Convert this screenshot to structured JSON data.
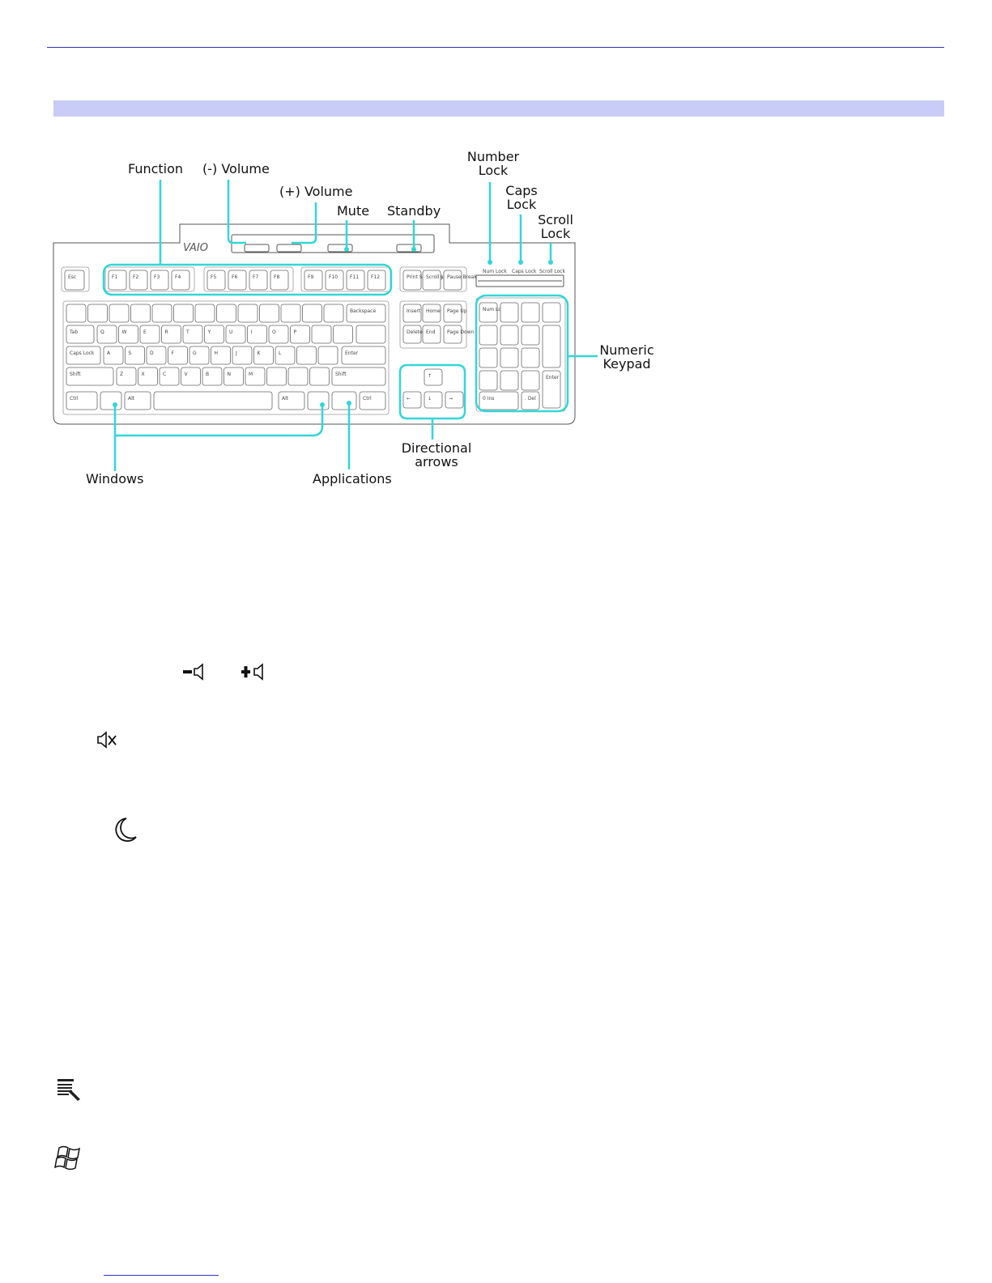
{
  "diagram": {
    "callouts": {
      "function": "Function",
      "vol_down": "(-) Volume",
      "vol_up": "(+) Volume",
      "mute": "Mute",
      "standby": "Standby",
      "num_lock": [
        "Number",
        "Lock"
      ],
      "caps_lock": [
        "Caps",
        "Lock"
      ],
      "scroll_lock": [
        "Scroll",
        "Lock"
      ],
      "numeric_keypad": [
        "Numeric",
        "Keypad"
      ],
      "windows": "Windows",
      "applications": "Applications",
      "directional": [
        "Directional",
        "arrows"
      ]
    },
    "brand": "VAIO",
    "indicators": [
      "Num Lock",
      "Caps Lock",
      "Scroll Lock"
    ],
    "keys": {
      "esc": "Esc",
      "f_row": [
        "F1",
        "F2",
        "F3",
        "F4",
        "F5",
        "F6",
        "F7",
        "F8",
        "F9",
        "F10",
        "F11",
        "F12"
      ],
      "nav_top": [
        "Print Screen SysRq",
        "Scroll Lock",
        "Pause Break"
      ],
      "backspace": "Backspace",
      "tab": "Tab",
      "caps": "Caps Lock",
      "enter": "Enter",
      "shift": "Shift",
      "ctrl": "Ctrl",
      "alt": "Alt",
      "letters_row1": [
        "Q",
        "W",
        "E",
        "R",
        "T",
        "Y",
        "U",
        "I",
        "O",
        "P"
      ],
      "letters_row2": [
        "A",
        "S",
        "D",
        "F",
        "G",
        "H",
        "J",
        "K",
        "L"
      ],
      "letters_row3": [
        "Z",
        "X",
        "C",
        "V",
        "B",
        "N",
        "M"
      ],
      "nav_block": [
        "Insert",
        "Home",
        "Page Up",
        "Delete",
        "End",
        "Page Down"
      ],
      "numpad_lock": "Num Lock",
      "numpad_enter": "Enter",
      "numpad_ins": "0 Ins",
      "numpad_del": ". Del"
    }
  },
  "icons": [
    "volume-down-icon",
    "volume-up-icon",
    "mute-icon",
    "standby-moon-icon",
    "applications-key-icon",
    "windows-key-icon"
  ]
}
